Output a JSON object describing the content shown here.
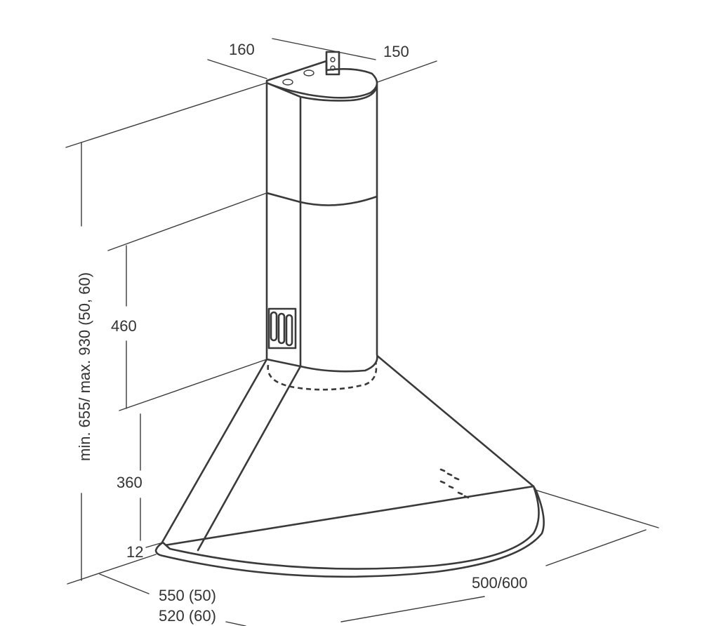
{
  "dimensions": {
    "chimney_width": "160",
    "chimney_depth": "150",
    "total_height": "min. 655/ max. 930 (50, 60)",
    "chimney_height": "460",
    "canopy_height": "360",
    "rim_height": "12",
    "depth_50": "550 (50)",
    "depth_60": "520 (60)",
    "width": "500/600"
  },
  "colors": {
    "line": "#3a3a3a",
    "text": "#333333",
    "background": "#ffffff"
  }
}
